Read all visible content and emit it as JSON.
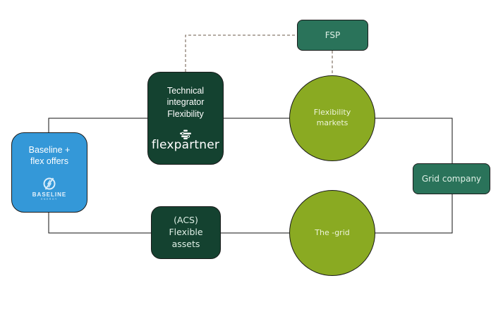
{
  "diagram": {
    "nodes": {
      "baseline": {
        "label": "Baseline +\nflex offers",
        "logo": {
          "icon": "baseline-energy-logo-icon",
          "name": "BASELINE",
          "subtitle": "ENERGY"
        },
        "color": "#3498d8"
      },
      "technical_integrator": {
        "label": "Technical\nintegrator\nFlexibility",
        "logo": {
          "icon": "flexpartner-logo-icon",
          "name": "flexpartner"
        },
        "color": "#144230"
      },
      "acs": {
        "label": "(ACS)\nFlexible\nassets",
        "color": "#144230"
      },
      "fsp": {
        "label": "FSP",
        "color": "#2a735a"
      },
      "flexibility_markets": {
        "label": "Flexibility\nmarkets",
        "color": "#8aaa22"
      },
      "the_grid": {
        "label": "The -grid",
        "color": "#8aaa22"
      },
      "grid_company": {
        "label": "Grid company",
        "color": "#2a735a"
      }
    },
    "edges": [
      {
        "from": "baseline",
        "to": "technical_integrator",
        "style": "solid"
      },
      {
        "from": "technical_integrator",
        "to": "flexibility_markets",
        "style": "solid"
      },
      {
        "from": "flexibility_markets",
        "to": "grid_company",
        "style": "solid"
      },
      {
        "from": "baseline",
        "to": "acs",
        "style": "solid"
      },
      {
        "from": "acs",
        "to": "the_grid",
        "style": "solid"
      },
      {
        "from": "the_grid",
        "to": "grid_company",
        "style": "solid"
      },
      {
        "from": "technical_integrator",
        "to": "fsp",
        "style": "dashed"
      },
      {
        "from": "fsp",
        "to": "flexibility_markets",
        "style": "dashed"
      }
    ],
    "line_colors": {
      "solid": "#111111",
      "dashed": "#6b5a4a"
    }
  }
}
